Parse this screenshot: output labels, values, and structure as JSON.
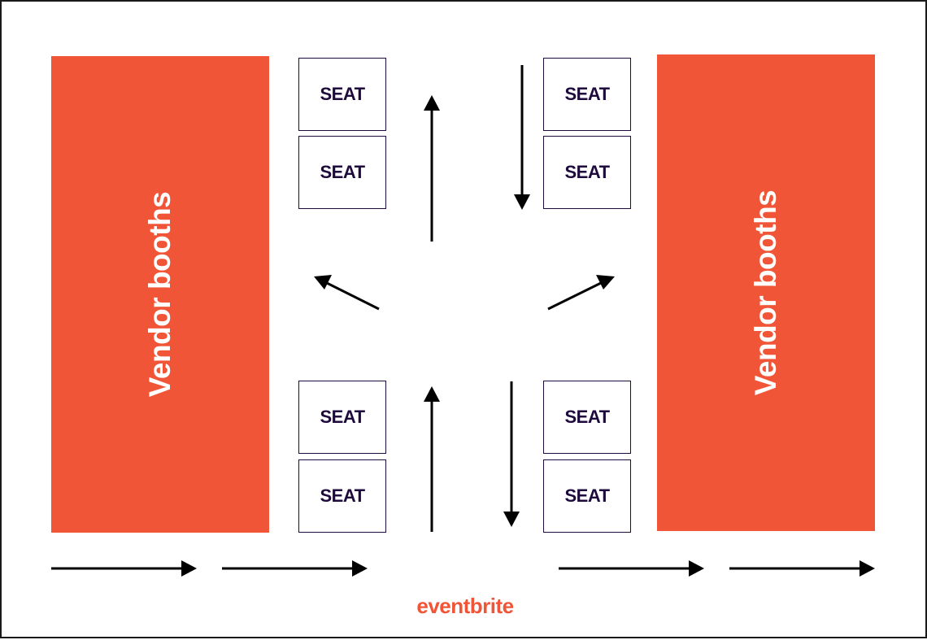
{
  "booths": {
    "left_label": "Vendor booths",
    "right_label": "Vendor booths",
    "color": "#f05537"
  },
  "seats": {
    "label": "SEAT",
    "count": 8,
    "border_color": "#1e0a3c"
  },
  "arrows": {
    "color": "#000000",
    "directions": [
      "up",
      "down",
      "up",
      "down",
      "up-left",
      "up-right",
      "right",
      "right",
      "right",
      "right"
    ]
  },
  "logo": {
    "text": "eventbrite",
    "color": "#f05537"
  }
}
